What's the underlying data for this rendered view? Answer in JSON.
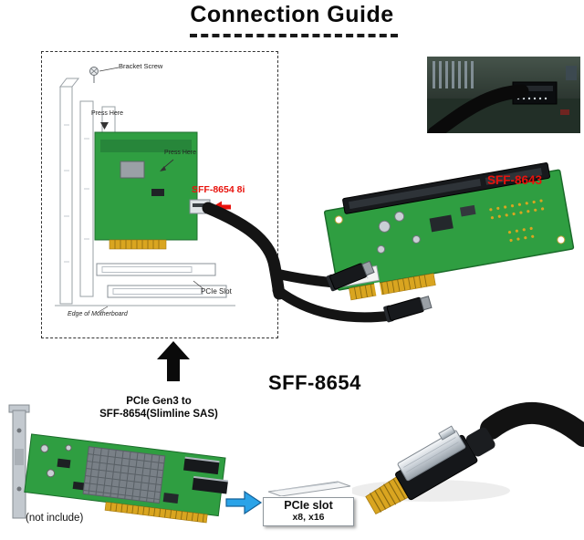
{
  "title": "Connection Guide",
  "install_diagram": {
    "bracket_screw": "Bracket Screw",
    "press_here_top": "Press Here",
    "press_here_mid": "Press Here",
    "connector": "SFF-8654 8i",
    "pcie_slot": "PCIe Slot",
    "motherboard_edge": "Edge of Motherboard"
  },
  "adapter_label": "SFF-8643",
  "cable_label": "SFF-8654",
  "host_card": {
    "title_line1": "PCIe Gen3 to",
    "title_line2": "SFF-8654(Slimline SAS)",
    "note": "(not include)"
  },
  "pcie_slot_callout": {
    "line1": "PCIe slot",
    "line2": "x8, x16"
  },
  "colors": {
    "label_red": "#e8120c",
    "pcb_green": "#2f9e41",
    "gold": "#d9a520",
    "cable_black": "#141414",
    "arrow_blue": "#2aa3e8"
  }
}
